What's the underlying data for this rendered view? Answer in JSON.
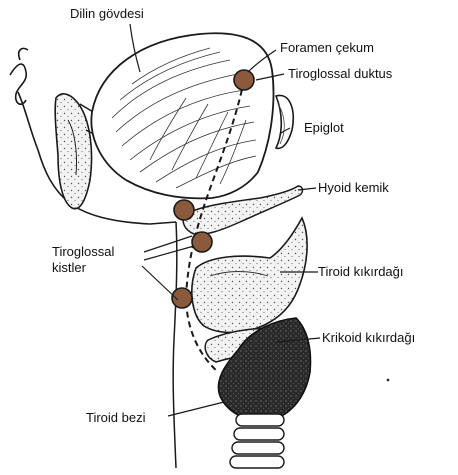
{
  "labels": {
    "tongue_body": "Dilin gövdesi",
    "foramen_cecum": "Foramen çekum",
    "thyroglossal_duct": "Tiroglossal duktus",
    "epiglottis": "Epiglot",
    "hyoid_bone": "Hyoid kemik",
    "thyroglossal_cysts_line1": "Tiroglossal",
    "thyroglossal_cysts_line2": "kistler",
    "thyroid_cartilage": "Tiroid kıkırdağı",
    "cricoid_cartilage": "Krikoid kıkırdağı",
    "thyroid_gland": "Tiroid bezi"
  },
  "colors": {
    "line": "#1a1a1a",
    "cyst_fill": "#8b5a3c",
    "gland_fill": "#2b2b2b",
    "cartilage_fill": "#efefef",
    "background": "#ffffff"
  }
}
